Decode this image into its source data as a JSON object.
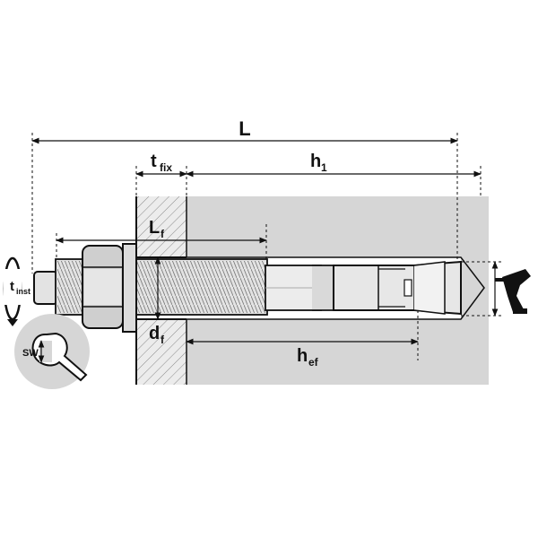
{
  "labels": {
    "L": "L",
    "t": "t",
    "t_sub": "fix",
    "h1": "h",
    "h1_sub": "1",
    "Lf": "L",
    "Lf_sub": "f",
    "df": "d",
    "df_sub": "f",
    "hef": "h",
    "hef_sub": "ef",
    "tinst": "t",
    "tinst_sub": "inst",
    "sw": "SW"
  },
  "icons": [
    "torque-rotation-arrow-icon",
    "wrench-icon",
    "drill-icon"
  ],
  "colors": {
    "concrete": "#d6d6d6",
    "fixture_hatch": "#bdbdbd",
    "outline": "#111111",
    "bolt": "#e3e3e3",
    "nut": "#cfcfcf"
  }
}
